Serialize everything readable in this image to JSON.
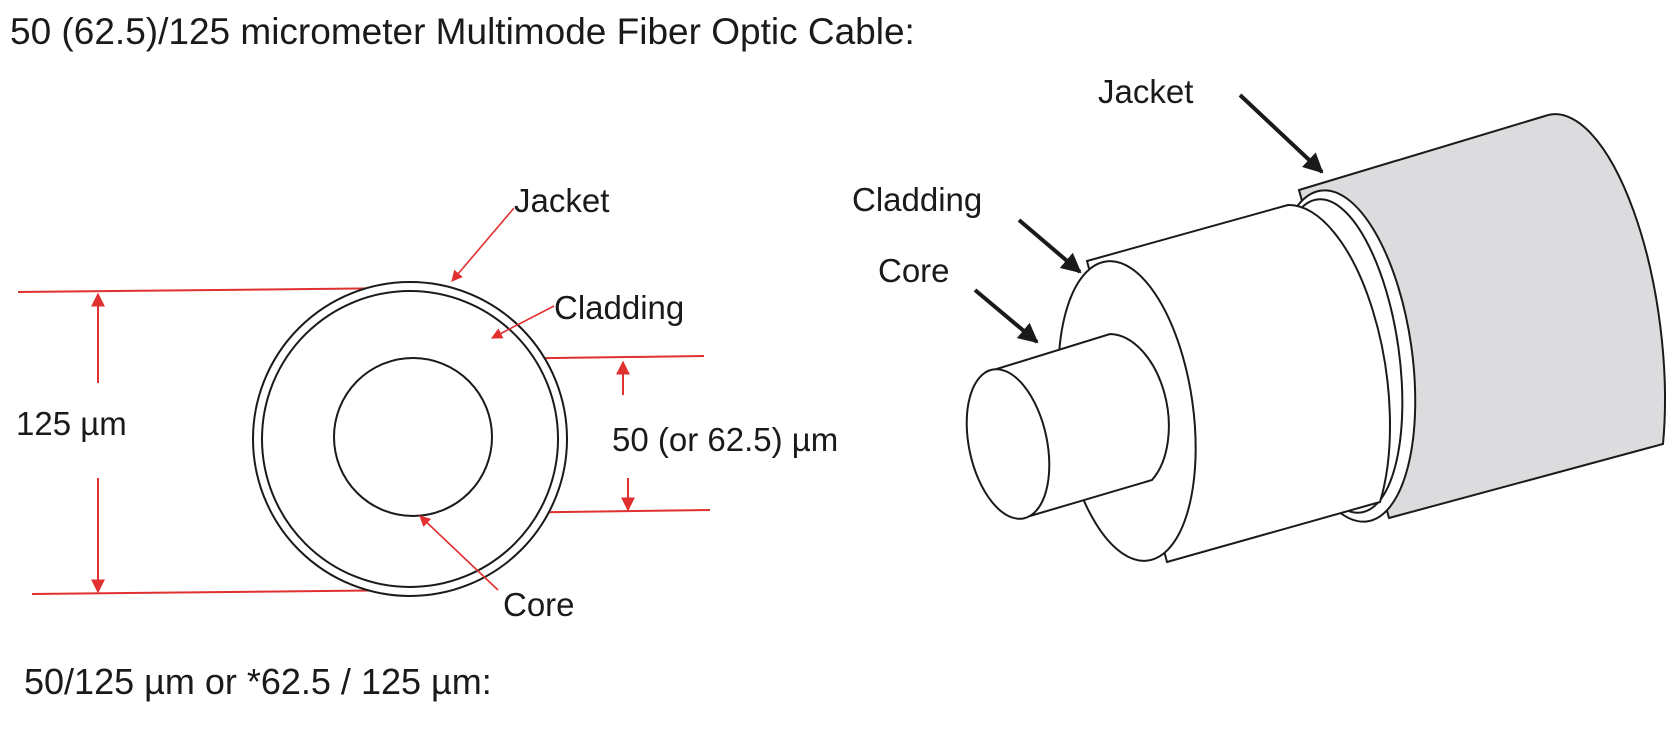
{
  "title": "50 (62.5)/125 micrometer Multimode Fiber Optic Cable:",
  "subtitle": "50/125 µm or *62.5 / 125 µm:",
  "cross_section": {
    "labels": {
      "jacket": "Jacket",
      "cladding": "Cladding",
      "core": "Core"
    },
    "dimensions": {
      "outer": "125 µm",
      "core": "50 (or 62.5) µm"
    }
  },
  "isometric": {
    "labels": {
      "jacket": "Jacket",
      "cladding": "Cladding",
      "core": "Core"
    }
  },
  "colors": {
    "dimension_lines": "#e03030",
    "outline": "#1a1a1a",
    "jacket_fill": "#dcdcde",
    "body_fill": "#ffffff"
  }
}
